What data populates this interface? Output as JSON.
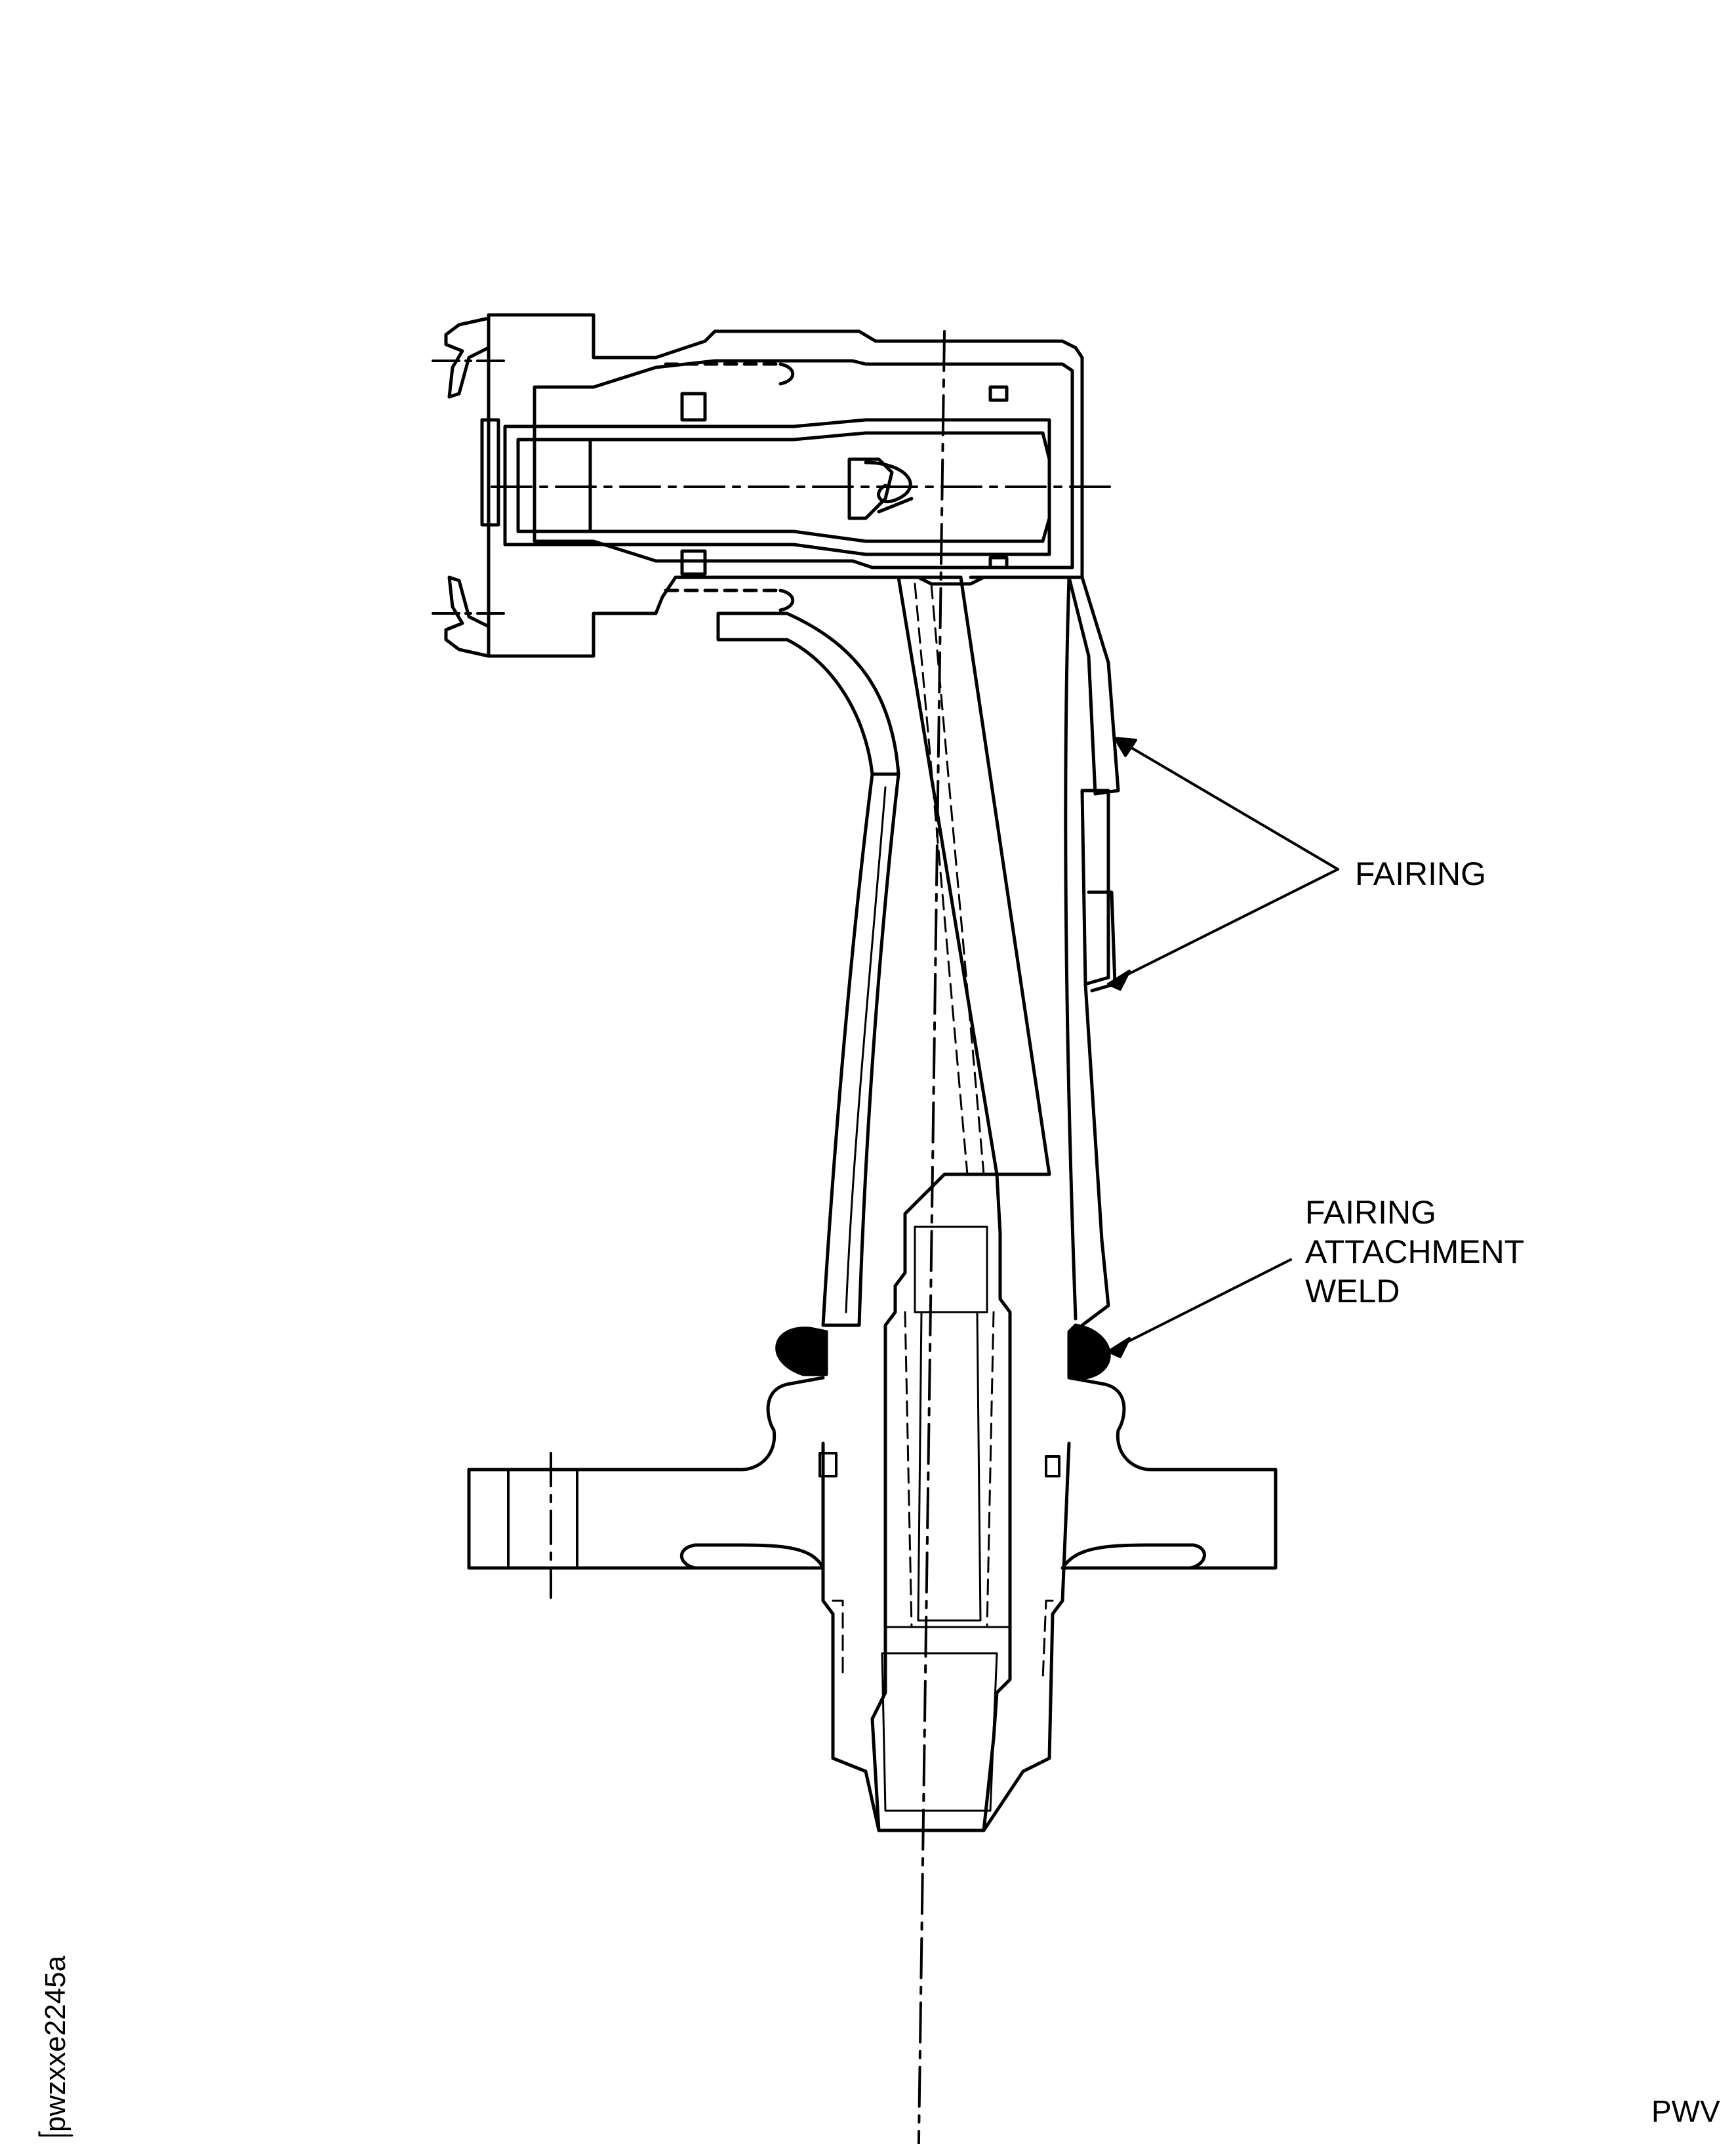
{
  "figure": {
    "callouts": {
      "fairing": "FAIRING",
      "weld_line1": "FAIRING",
      "weld_line2": "ATTACHMENT",
      "weld_line3": "WELD"
    },
    "figure_id": "pwzxxe2245a",
    "code": "PWV"
  },
  "colors": {
    "ink": "#000000",
    "paper": "#ffffff"
  }
}
